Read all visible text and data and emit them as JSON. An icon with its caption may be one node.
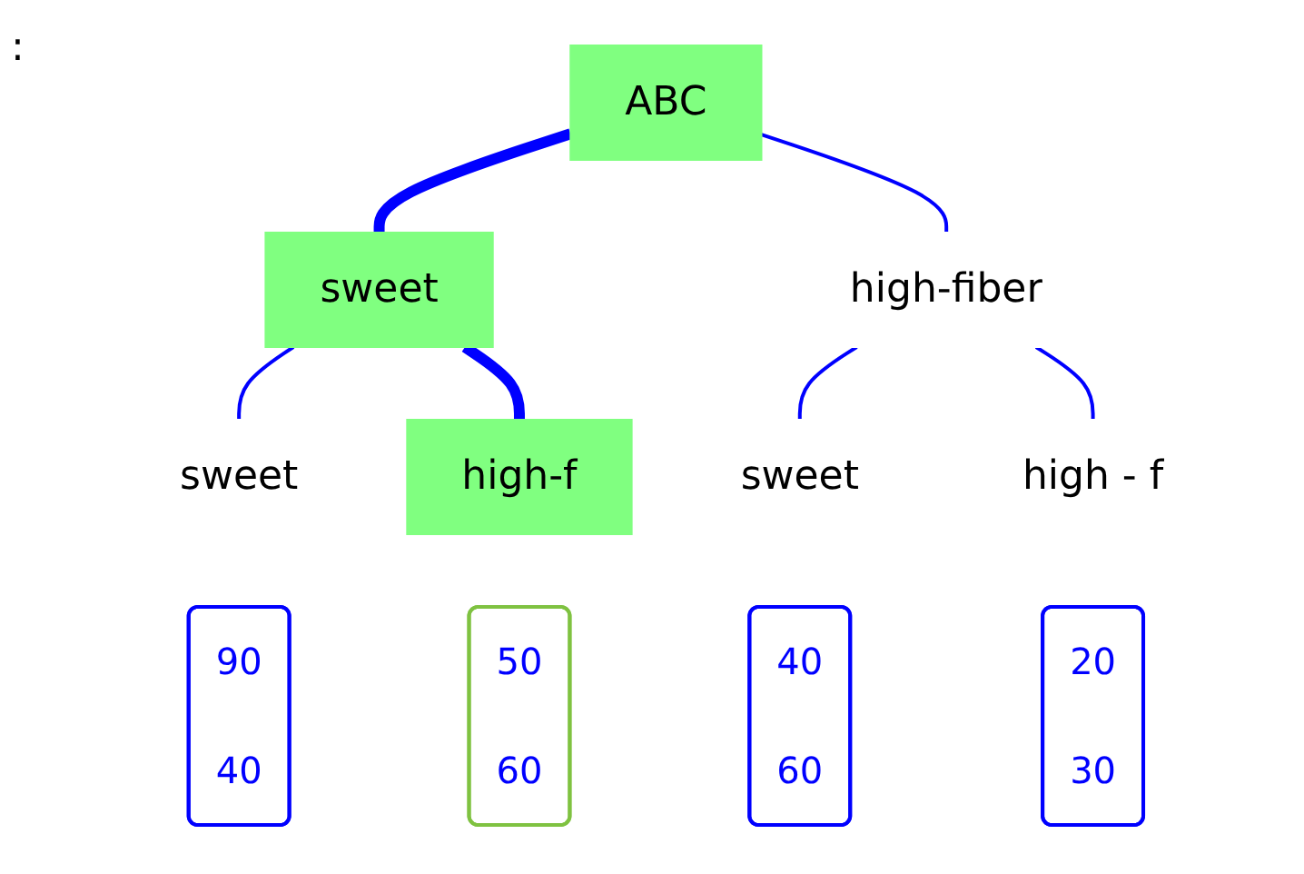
{
  "diagram": {
    "nodes": [
      {
        "text": [
          "ABC"
        ]
      },
      {
        "text": [
          "sweet"
        ]
      },
      {
        "text": [
          "high-fiber"
        ]
      },
      {
        "text": [
          "sweet"
        ],
        "beside": [
          "90",
          "40"
        ]
      },
      {
        "text": [
          "high-f"
        ],
        "beside": [
          "50",
          "60"
        ]
      },
      {
        "text": [
          "sweet"
        ],
        "beside": [
          "40",
          "60"
        ]
      },
      {
        "text": [
          "high - f"
        ],
        "beside": [
          "20",
          "30"
        ]
      }
    ],
    "edges": [
      {
        "from": 0,
        "to": 1,
        "arrow": "none",
        "style": "thick"
      },
      {
        "from": 0,
        "to": 2,
        "arrow": "none"
      },
      {
        "from": 1,
        "to": 3,
        "arrow": "none"
      },
      {
        "from": 1,
        "to": 4,
        "arrow": "none",
        "style": "thick"
      },
      {
        "from": 2,
        "to": 5,
        "arrow": "none"
      },
      {
        "from": 2,
        "to": 6,
        "arrow": "none"
      }
    ],
    "labels": [
      ":"
    ]
  }
}
